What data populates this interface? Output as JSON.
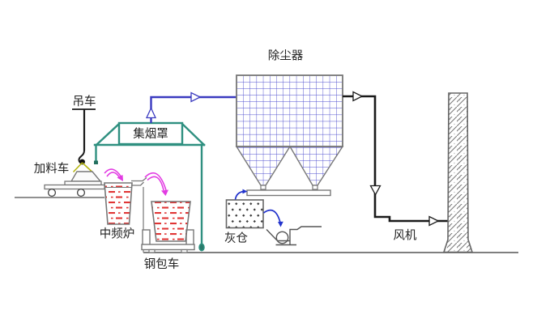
{
  "diagram": {
    "type": "process-flow-diagram",
    "labels": {
      "crane": "吊车",
      "feeding_car": "加料车",
      "smoke_hood": "集烟罩",
      "dust_collector": "除尘器",
      "medium_frequency_furnace": "中频炉",
      "ladle_car": "钢包车",
      "ash_bin": "灰仓",
      "fan": "风机"
    },
    "colors": {
      "hood_frame": "#2f9080",
      "flue_pipe_blue": "#3a3ac0",
      "collector_grid": "#4a4ace",
      "outlet_pipe_black": "#1a1a1a",
      "material_arrow_magenta": "#e23be2",
      "ash_arrow_blue": "#2233cc",
      "refractory_dash_red": "#e03535",
      "sling_yellow": "#b5b512",
      "outline_gray": "#777777"
    }
  }
}
